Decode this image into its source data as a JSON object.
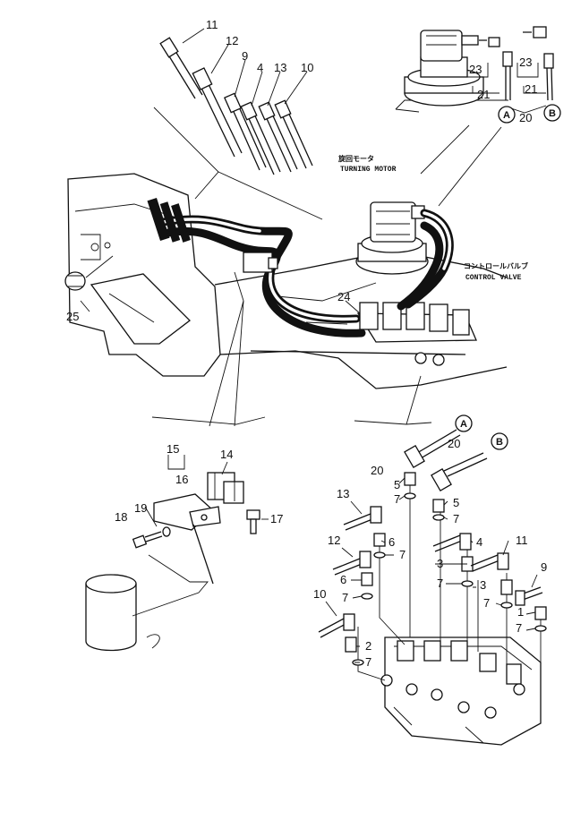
{
  "labels": {
    "turning_motor_jp": "旋回モータ",
    "turning_motor_en": "TURNING MOTOR",
    "control_valve_jp": "コントロールバルブ",
    "control_valve_en": "CONTROL VALVE",
    "port_a": "A",
    "port_b": "B"
  },
  "part_numbers": {
    "n1": "1",
    "n2": "2",
    "n3": "3",
    "n4": "4",
    "n5": "5",
    "n6": "6",
    "n7": "7",
    "n9": "9",
    "n10": "10",
    "n11": "11",
    "n12": "12",
    "n13": "13",
    "n14": "14",
    "n15": "15",
    "n16": "16",
    "n17": "17",
    "n18": "18",
    "n19": "19",
    "n20": "20",
    "n21": "21",
    "n23": "23",
    "n24": "24",
    "n25": "25"
  }
}
